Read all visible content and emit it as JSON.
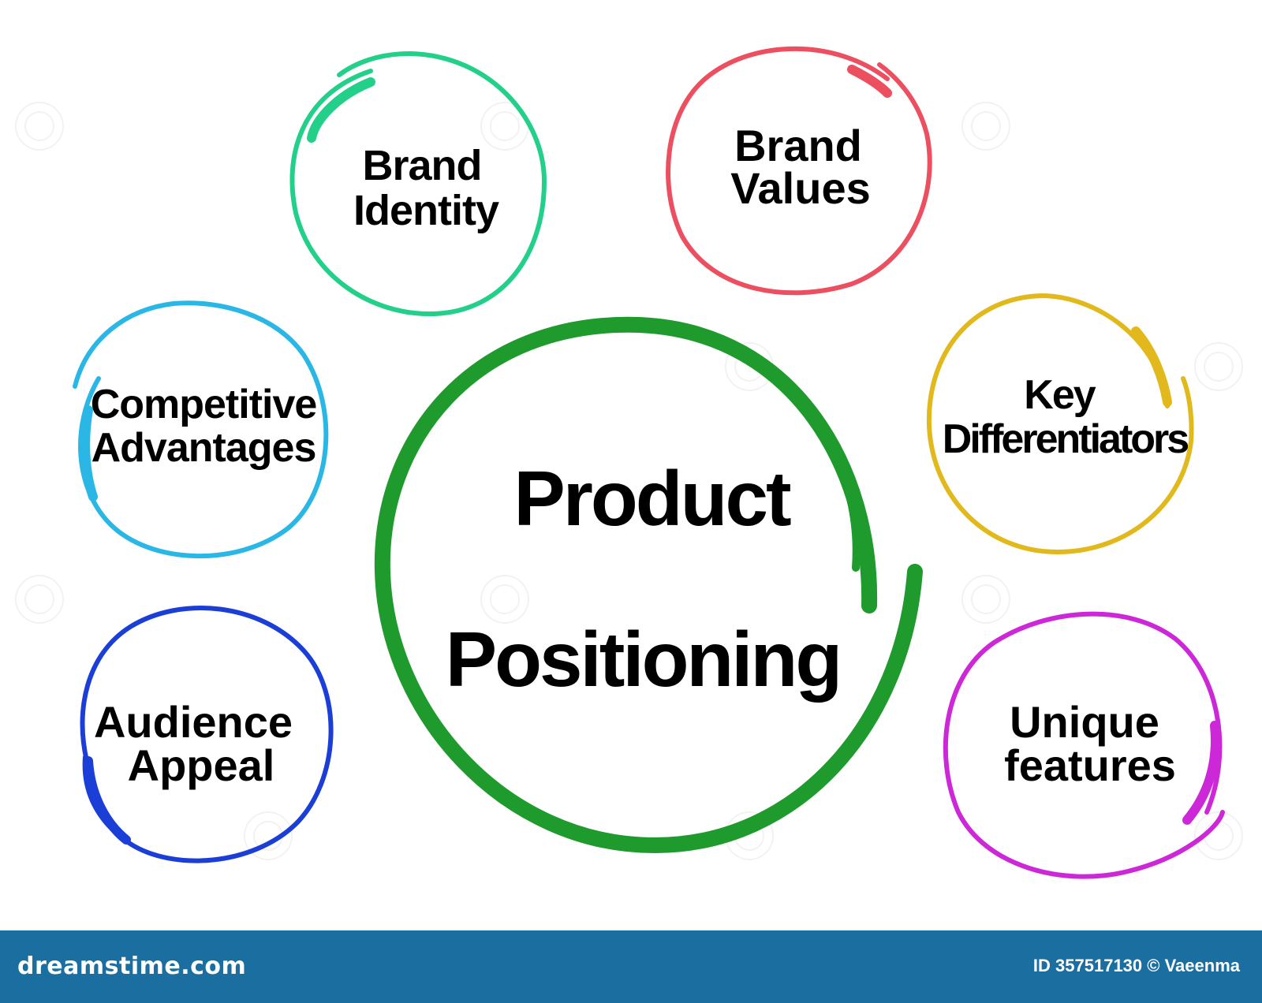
{
  "diagram": {
    "center": {
      "line1": "Product",
      "line2": "Positioning",
      "color": "#1f9a2c"
    },
    "nodes": [
      {
        "id": "brand-identity",
        "lines": [
          "Brand",
          "Identity"
        ],
        "color": "#22d08a"
      },
      {
        "id": "brand-values",
        "lines": [
          "Brand",
          "Values"
        ],
        "color": "#ec4f60"
      },
      {
        "id": "competitive-advantages",
        "lines": [
          "Competitive",
          "Advantages"
        ],
        "color": "#2bb7e6"
      },
      {
        "id": "key-differentiators",
        "lines": [
          "Key",
          "Differentiators"
        ],
        "color": "#e2b91c"
      },
      {
        "id": "audience-appeal",
        "lines": [
          "Audience",
          "Appeal"
        ],
        "color": "#1b3fd6"
      },
      {
        "id": "unique-features",
        "lines": [
          "Unique",
          "features"
        ],
        "color": "#cc28d8"
      }
    ]
  },
  "footer": {
    "logo": "dreamstime.com",
    "credit": "ID 357517130 © Vaeenma",
    "background": "#1b6ea0"
  }
}
